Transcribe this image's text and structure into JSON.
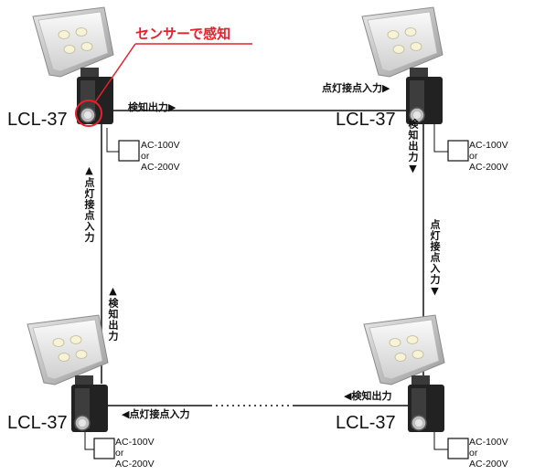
{
  "callout": {
    "text": "センサーで感知",
    "color": "#e8202a"
  },
  "lights": [
    {
      "id": "top-left",
      "model": "LCL-37",
      "power": {
        "line1": "AC-100V",
        "line2": "or",
        "line3": "AC-200V"
      }
    },
    {
      "id": "top-right",
      "model": "LCL-37",
      "power": {
        "line1": "AC-100V",
        "line2": "or",
        "line3": "AC-200V"
      }
    },
    {
      "id": "bottom-left",
      "model": "LCL-37",
      "power": {
        "line1": "AC-100V",
        "line2": "or",
        "line3": "AC-200V"
      }
    },
    {
      "id": "bottom-right",
      "model": "LCL-37",
      "power": {
        "line1": "AC-100V",
        "line2": "or",
        "line3": "AC-200V"
      }
    }
  ],
  "signals": {
    "top_output": "検知出力",
    "top_input": "点灯接点入力",
    "right_output": "検知出力",
    "right_input": "点灯接点入力",
    "left_input": "点灯接点入力",
    "left_output": "検知出力",
    "bottom_output": "検知出力",
    "bottom_input": "点灯接点入力"
  },
  "arrows": {
    "right": "▶",
    "left": "◀",
    "up": "▲",
    "down": "▼"
  }
}
